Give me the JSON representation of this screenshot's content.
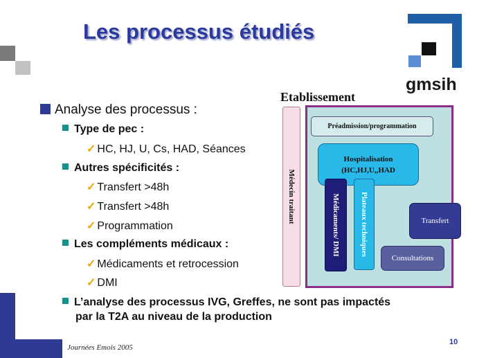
{
  "title": "Les processus étudiés",
  "main_bullet": "Analyse des processus :",
  "items": {
    "type_pec": {
      "label": "Type de pec :",
      "checks": [
        "HC, HJ, U, Cs, HAD, Séances"
      ]
    },
    "autres": {
      "label": "Autres spécificités :",
      "checks": [
        "Transfert >48h",
        "Transfert >48h",
        "Programmation"
      ]
    },
    "complements": {
      "label": "Les compléments médicaux :",
      "checks": [
        "Médicaments et retrocession",
        "DMI"
      ]
    },
    "ivg_line1": "L’analyse des processus IVG, Greffes, ne sont pas impactés",
    "ivg_line2": "par la T2A au niveau de la production"
  },
  "diagram": {
    "title": "Etablissement",
    "medecin": "Médecin traitant",
    "preadmission": "Préadmission/programmation",
    "hosp_line1": "Hospitalisation",
    "hosp_line2": "(HC,HJ,U,,HAD",
    "medicaments": "Médicaments/ DMI",
    "plateaux": "Plateaux techniques",
    "transfert": "Transfert",
    "consultations": "Consultations"
  },
  "logo": {
    "text": "gmsih"
  },
  "footer": {
    "event": "Journées Emois 2005",
    "page_number": "10"
  },
  "colors": {
    "title": "#2b3a9c",
    "bullet": "#2e3a94",
    "sub_bullet": "#1d8f8a",
    "check": "#e8a800",
    "frame": "#8a2e8a",
    "frame_fill": "#bfe0e0",
    "logo_blue": "#1f5fa8",
    "logo_black": "#111111"
  }
}
